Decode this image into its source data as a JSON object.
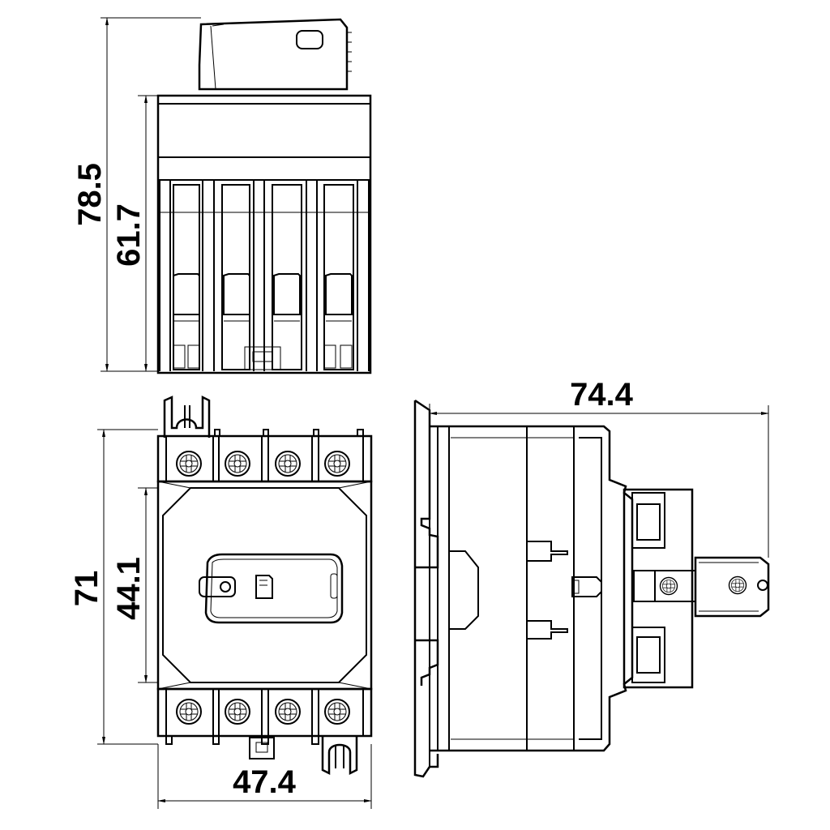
{
  "drawing": {
    "dimensions": {
      "top_overall_height": "78.5",
      "top_body_height": "61.7",
      "front_overall_height": "71",
      "front_window_height": "44.1",
      "front_width": "47.4",
      "side_depth": "74.4"
    }
  }
}
